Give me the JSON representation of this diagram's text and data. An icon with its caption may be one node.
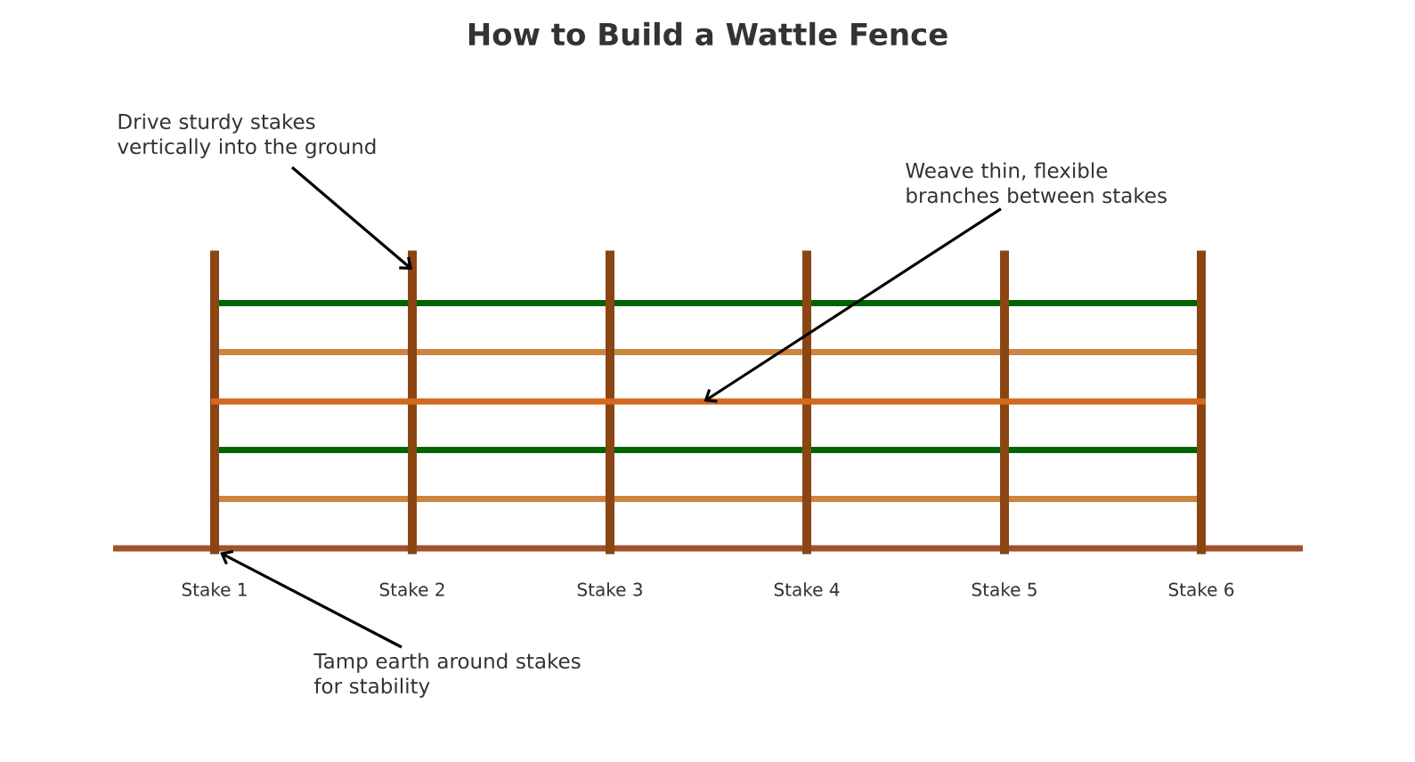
{
  "diagram": {
    "title": "How to Build a Wattle Fence",
    "nodes": [
      {
        "text": [
          "Drive sturdy stakes vertically into the ground"
        ]
      },
      {
        "text": [
          "Weave thin, flexible branches between stakes"
        ]
      },
      {
        "text": [
          "Tamp earth around stakes for stability"
        ]
      },
      {
        "text": [],
        "shape": "bar",
        "beside": [
          "Stake 1"
        ]
      },
      {
        "text": [],
        "shape": "bar",
        "beside": [
          "Stake 2"
        ]
      },
      {
        "text": [],
        "shape": "bar",
        "beside": [
          "Stake 3"
        ]
      },
      {
        "text": [],
        "shape": "bar",
        "beside": [
          "Stake 4"
        ]
      },
      {
        "text": [],
        "shape": "bar",
        "beside": [
          "Stake 5"
        ]
      },
      {
        "text": [],
        "shape": "bar",
        "beside": [
          "Stake 6"
        ]
      },
      {
        "text": [],
        "shape": "bar"
      }
    ],
    "edges": [
      {
        "from": 0,
        "to": 4,
        "arrow": "to"
      },
      {
        "from": 1,
        "to": 9,
        "arrow": "to"
      },
      {
        "from": 2,
        "to": 3,
        "arrow": "to"
      }
    ]
  }
}
